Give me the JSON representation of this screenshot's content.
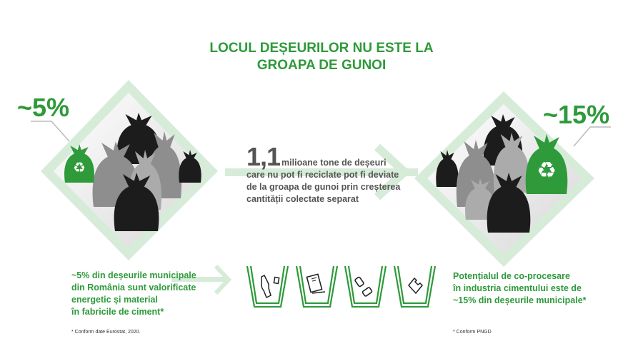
{
  "title": {
    "line1": "LOCUL DEȘEURILOR NU ESTE LA",
    "line2": "GROAPA DE GUNOI"
  },
  "left": {
    "percent": "~5%",
    "text": [
      "~5% din deșeurile municipale",
      "din România sunt valorificate",
      "energetic și material",
      "în fabricile de ciment*"
    ],
    "footnote": "* Conform date Eurostat, 2020."
  },
  "middle": {
    "big_number": "1,1",
    "text_first": "milioane tone de deșeuri",
    "text": [
      "care nu pot fi reciclate pot fi deviate",
      "de la groapa de gunoi prin creșterea",
      "cantității colectate separat"
    ]
  },
  "right": {
    "percent": "~15%",
    "text": [
      "Potențialul de co-procesare",
      "în industria cimentului este de",
      "~15% din deșeurile municipale*"
    ],
    "footnote": "* Conform PNGD"
  },
  "bins": [
    {
      "icon": "bottle-glass-icon"
    },
    {
      "icon": "paper-book-icon"
    },
    {
      "icon": "cans-icon"
    },
    {
      "icon": "plastic-bag-icon"
    }
  ],
  "colors": {
    "green": "#2e9a3a",
    "light_green": "#d6ecd9",
    "dark_bag": "#1c1c1c",
    "grey_bag": "#8e8e8e",
    "light_grey_bag": "#ababab"
  }
}
